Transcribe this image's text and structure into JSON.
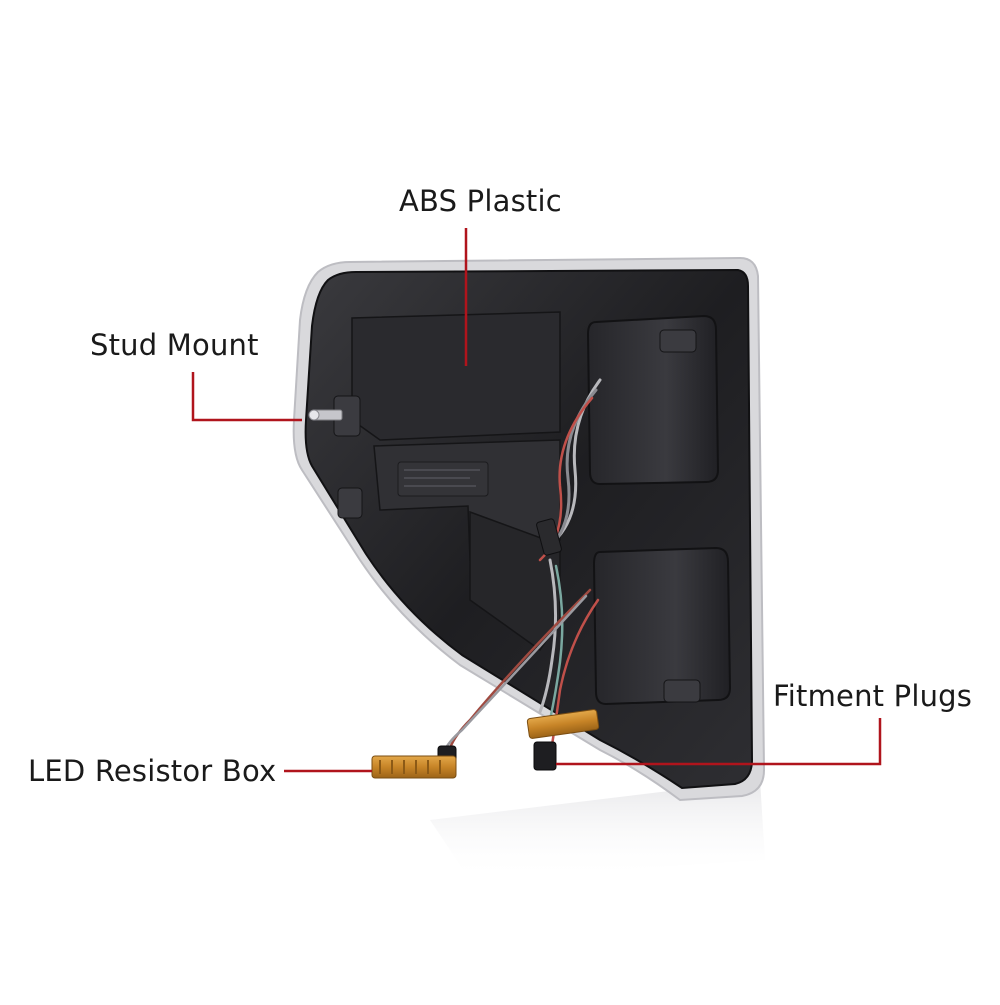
{
  "callouts": {
    "abs_plastic": "ABS Plastic",
    "stud_mount": "Stud Mount",
    "fitment_plugs": "Fitment Plugs",
    "led_resistor_box": "LED Resistor Box"
  },
  "colors": {
    "background": "#ffffff",
    "leader_line": "#b0141c",
    "housing_dark": "#1c1c1e",
    "housing_mid": "#2b2b2e",
    "chrome_rim": "#d9d9dc",
    "resistor_gold": "#c98a2e",
    "label_text": "#1a1a1a"
  }
}
